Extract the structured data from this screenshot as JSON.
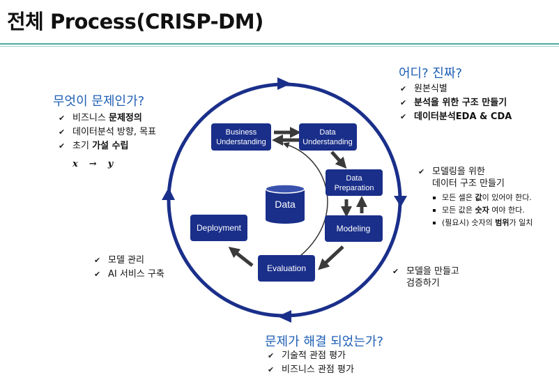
{
  "title": "전체 Process(CRISP-DM)",
  "colors": {
    "accent": "#1a2f8a",
    "question": "#1f5fb5",
    "rule": "#4fa7a0",
    "arrow": "#3a3a3a"
  },
  "diagram": {
    "center_label": "Data",
    "stages": [
      {
        "id": "business",
        "lines": [
          "Business",
          "Understanding"
        ]
      },
      {
        "id": "data_understanding",
        "lines": [
          "Data",
          "Understanding"
        ]
      },
      {
        "id": "data_preparation",
        "lines": [
          "Data",
          "Preparation"
        ]
      },
      {
        "id": "modeling",
        "lines": [
          "Modeling"
        ]
      },
      {
        "id": "evaluation",
        "lines": [
          "Evaluation"
        ]
      },
      {
        "id": "deployment",
        "lines": [
          "Deployment"
        ]
      }
    ]
  },
  "annotations": {
    "business": {
      "question": "무엇이 문제인가?",
      "items": [
        {
          "pre": "비즈니스 ",
          "bold": "문제정의",
          "post": ""
        },
        {
          "pre": "데이터분석 방향, 목표",
          "bold": "",
          "post": ""
        },
        {
          "pre": "초기 ",
          "bold": "가설 수립",
          "post": ""
        }
      ],
      "formula": {
        "x": "x",
        "arrow": "→",
        "y": "y"
      }
    },
    "data": {
      "question": "어디? 진짜?",
      "items": [
        {
          "text": "원본식별",
          "bold": false
        },
        {
          "text": "분석을 위한 구조 만들기",
          "bold": true
        },
        {
          "text": "데이터분석EDA & CDA",
          "bold": true
        }
      ]
    },
    "preparation": {
      "lines": [
        "모델링을 위한",
        "데이터 구조 만들기"
      ],
      "sub": [
        {
          "pre": "모든 셀은 ",
          "bold": "값",
          "post": "이 있어야 한다."
        },
        {
          "pre": "모든 값은 ",
          "bold": "숫자",
          "post": " 여야 한다."
        },
        {
          "pre": "(필요시) 숫자의 ",
          "bold": "범위",
          "post": "가 일치"
        }
      ]
    },
    "modeling": {
      "lines": [
        "모델을 만들고",
        "검증하기"
      ]
    },
    "deployment": {
      "items": [
        "모델 관리",
        "AI 서비스 구축"
      ]
    },
    "evaluation": {
      "question": "문제가 해결 되었는가?",
      "items": [
        "기술적 관점 평가",
        "비즈니스 관점 평가"
      ]
    }
  }
}
